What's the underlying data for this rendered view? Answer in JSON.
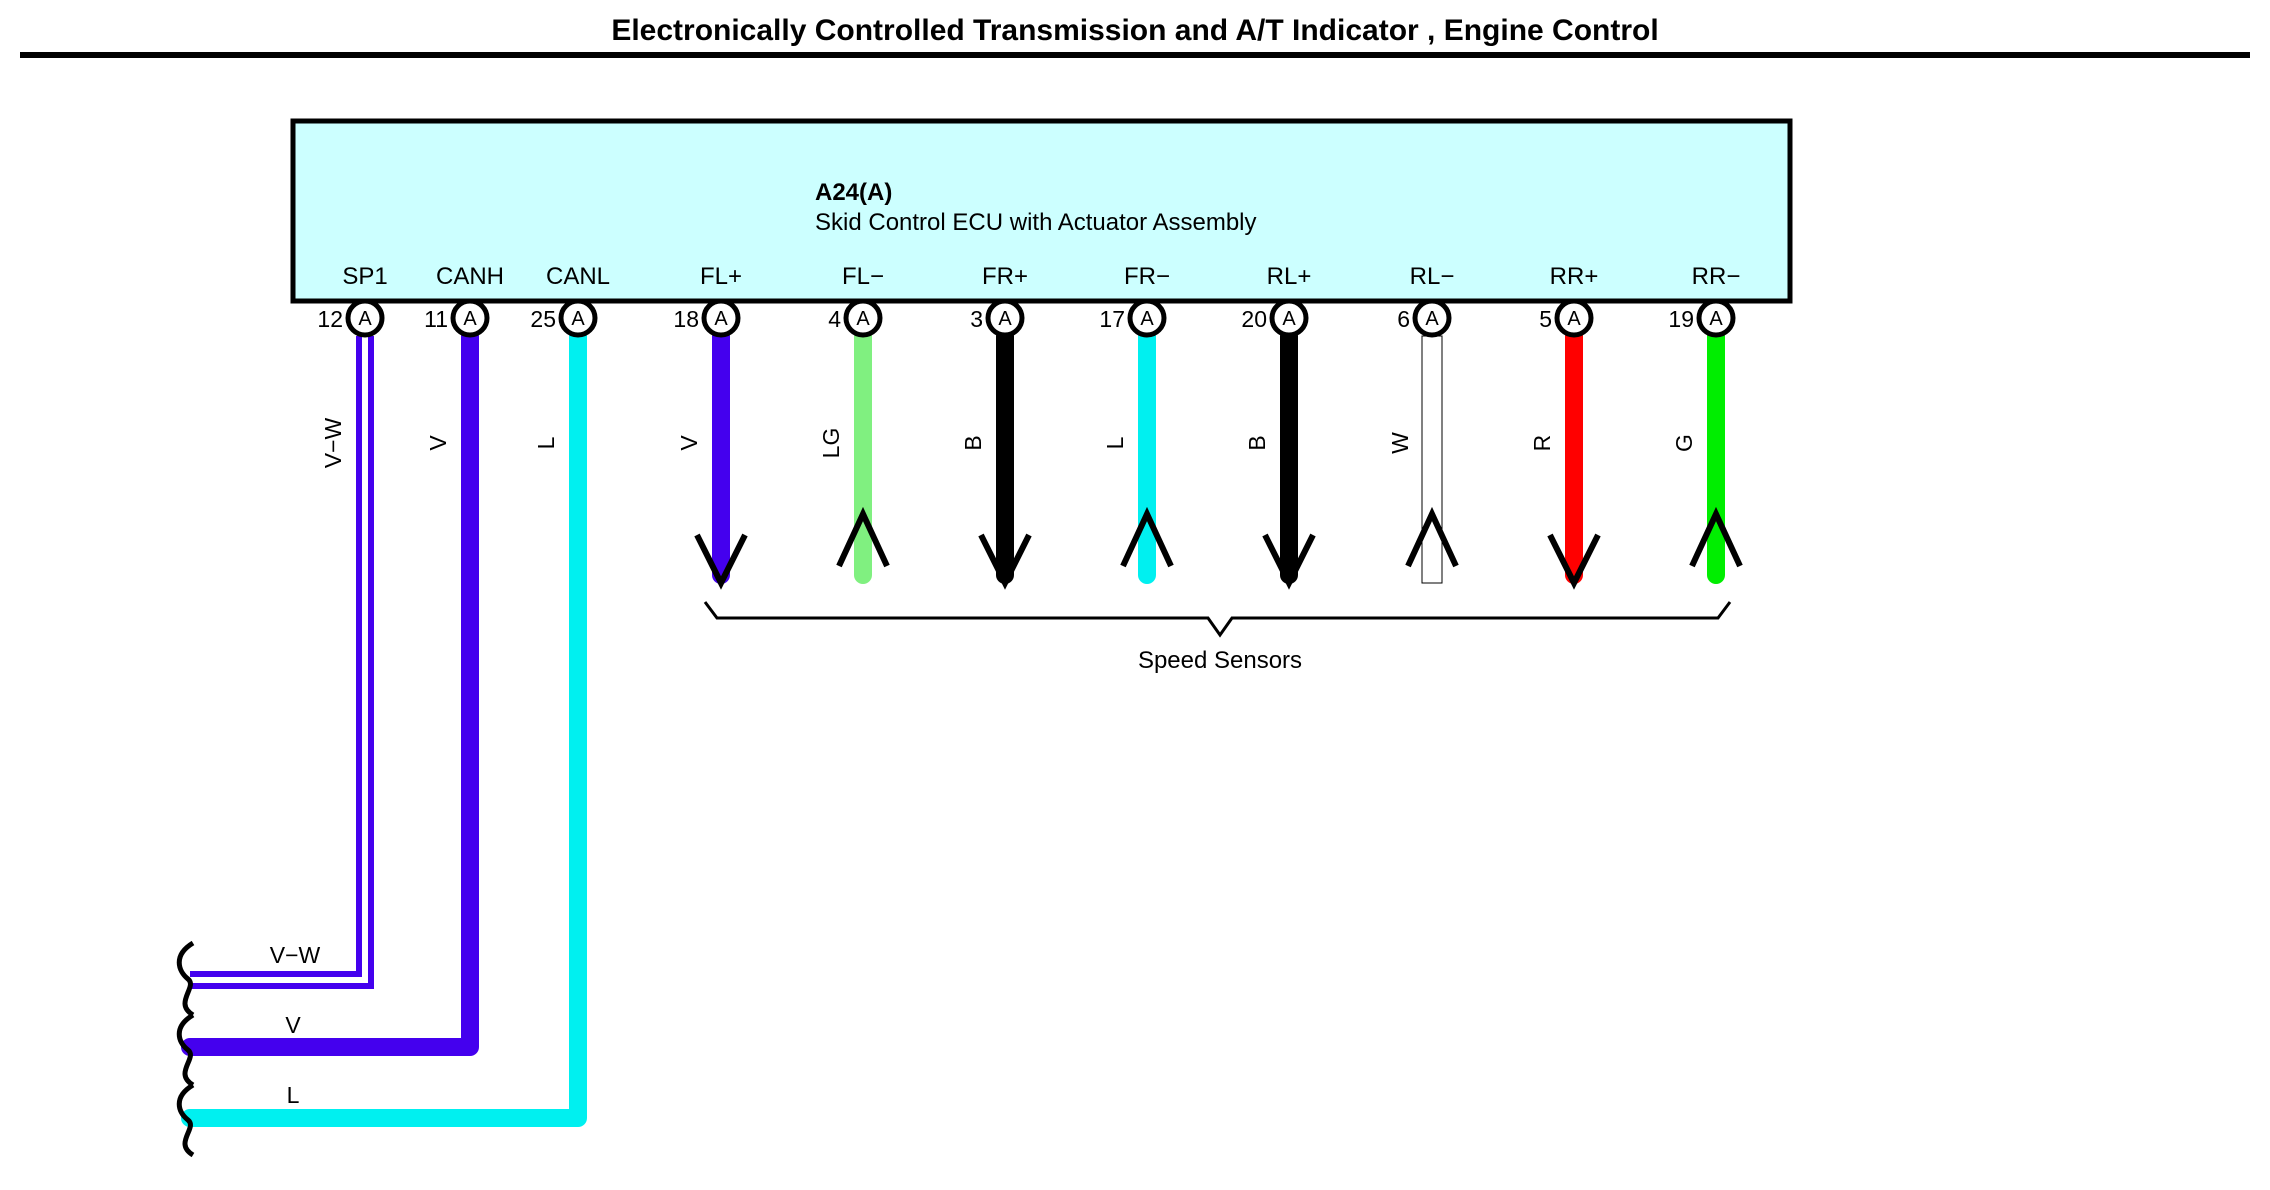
{
  "title": "Electronically Controlled Transmission and A/T Indicator , Engine Control",
  "ecu": {
    "code": "A24(A)",
    "name": "Skid Control ECU with Actuator Assembly",
    "fill": "#ccffff"
  },
  "connector_letter": "A",
  "pins": [
    {
      "name": "SP1",
      "number": "12",
      "wire": "V−W",
      "color": "#4400ee",
      "stripe": "#ffffff",
      "dir": "out"
    },
    {
      "name": "CANH",
      "number": "11",
      "wire": "V",
      "color": "#4400ee",
      "stripe": "",
      "dir": "out"
    },
    {
      "name": "CANL",
      "number": "25",
      "wire": "L",
      "color": "#00f0f0",
      "stripe": "",
      "dir": "out"
    },
    {
      "name": "FL+",
      "number": "18",
      "wire": "V",
      "color": "#4400ee",
      "stripe": "",
      "dir": "down"
    },
    {
      "name": "FL−",
      "number": "4",
      "wire": "LG",
      "color": "#80f080",
      "stripe": "",
      "dir": "up"
    },
    {
      "name": "FR+",
      "number": "3",
      "wire": "B",
      "color": "#000000",
      "stripe": "",
      "dir": "down"
    },
    {
      "name": "FR−",
      "number": "17",
      "wire": "L",
      "color": "#00f0f0",
      "stripe": "",
      "dir": "up"
    },
    {
      "name": "RL+",
      "number": "20",
      "wire": "B",
      "color": "#000000",
      "stripe": "",
      "dir": "down"
    },
    {
      "name": "RL−",
      "number": "6",
      "wire": "W",
      "color": "#ffffff",
      "stripe": "",
      "dir": "up"
    },
    {
      "name": "RR+",
      "number": "5",
      "wire": "R",
      "color": "#ff0000",
      "stripe": "",
      "dir": "down"
    },
    {
      "name": "RR−",
      "number": "19",
      "wire": "G",
      "color": "#00ee00",
      "stripe": "",
      "dir": "up"
    }
  ],
  "speed_sensors_label": "Speed Sensors",
  "outgoing_wires": [
    "V−W",
    "V",
    "L"
  ]
}
